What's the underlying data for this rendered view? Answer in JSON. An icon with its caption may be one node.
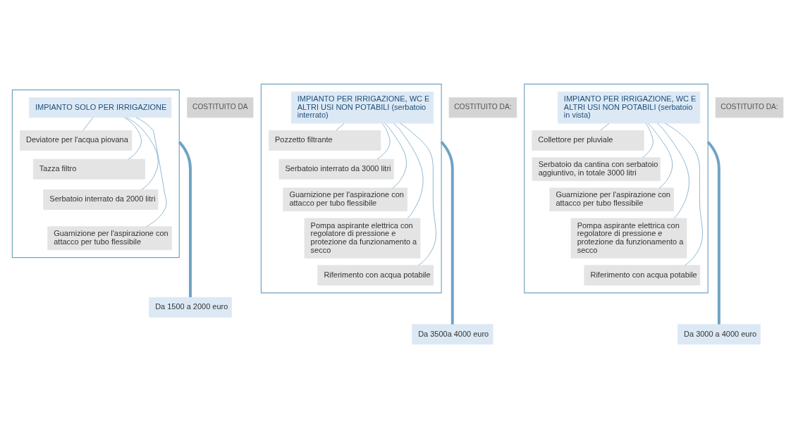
{
  "diagram": {
    "nodes": [
      {
        "text": [],
        "shape": "box",
        "beside": [
          "COSTITUITO DA"
        ]
      },
      {
        "text": [
          "IMPIANTO SOLO PER IRRIGAZIONE"
        ],
        "in": 0
      },
      {
        "text": [
          "Deviatore per l'acqua piovana"
        ],
        "in": 0
      },
      {
        "text": [
          "Tazza filtro"
        ],
        "in": 0
      },
      {
        "text": [
          "Serbatoio interrato da 2000 litri"
        ],
        "in": 0
      },
      {
        "text": [
          "Guarnizione per l'aspirazione con attacco per tubo flessibile"
        ],
        "in": 0
      },
      {
        "text": [
          "Da 1500 a 2000 euro"
        ]
      },
      {
        "text": [],
        "shape": "box",
        "beside": [
          "COSTITUITO DA:"
        ]
      },
      {
        "text": [
          "IMPIANTO PER IRRIGAZIONE, WC E ALTRI USI NON POTABILI (serbatoio interrato)"
        ],
        "in": 7
      },
      {
        "text": [
          "Pozzetto filtrante"
        ],
        "in": 7
      },
      {
        "text": [
          "Serbatoio interrato da 3000 litri"
        ],
        "in": 7
      },
      {
        "text": [
          "Guarnizione per l'aspirazione con attacco per tubo flessibile"
        ],
        "in": 7
      },
      {
        "text": [
          "Pompa aspirante elettrica con regolatore di pressione e protezione da funzionamento a secco"
        ],
        "in": 7
      },
      {
        "text": [
          "Riferimento con acqua potabile"
        ],
        "in": 7
      },
      {
        "text": [
          "Da 3500a 4000 euro"
        ]
      },
      {
        "text": [],
        "shape": "box",
        "beside": [
          "COSTITUITO DA:"
        ]
      },
      {
        "text": [
          "IMPIANTO PER IRRIGAZIONE, WC E ALTRI USI NON POTABILI (serbatoio in vista)"
        ],
        "in": 15
      },
      {
        "text": [
          "Collettore per pluviale"
        ],
        "in": 15
      },
      {
        "text": [
          "Serbatoio da cantina con serbatoio aggiuntivo, in totale 3000 litri"
        ],
        "in": 15
      },
      {
        "text": [
          "Guarnizione per l'aspirazione con attacco per tubo flessibile"
        ],
        "in": 15
      },
      {
        "text": [
          "Pompa aspirante elettrica con regolatore di pressione e protezione da funzionamento a secco"
        ],
        "in": 15
      },
      {
        "text": [
          "Riferimento con acqua potabile"
        ],
        "in": 15
      },
      {
        "text": [
          "Da 3000 a 4000 euro"
        ]
      }
    ],
    "edges": [
      {
        "from": 1,
        "to": 2,
        "arrow": "none"
      },
      {
        "from": 1,
        "to": 3,
        "arrow": "none"
      },
      {
        "from": 1,
        "to": 4,
        "arrow": "none"
      },
      {
        "from": 1,
        "to": 5,
        "arrow": "none"
      },
      {
        "from": 0,
        "to": 6,
        "arrow": "none",
        "style": "thick"
      },
      {
        "from": 8,
        "to": 9,
        "arrow": "none"
      },
      {
        "from": 8,
        "to": 10,
        "arrow": "none"
      },
      {
        "from": 8,
        "to": 11,
        "arrow": "none"
      },
      {
        "from": 8,
        "to": 12,
        "arrow": "none"
      },
      {
        "from": 8,
        "to": 13,
        "arrow": "none"
      },
      {
        "from": 7,
        "to": 14,
        "arrow": "none",
        "style": "thick"
      },
      {
        "from": 16,
        "to": 17,
        "arrow": "none"
      },
      {
        "from": 16,
        "to": 18,
        "arrow": "none"
      },
      {
        "from": 16,
        "to": 19,
        "arrow": "none"
      },
      {
        "from": 16,
        "to": 20,
        "arrow": "none"
      },
      {
        "from": 16,
        "to": 21,
        "arrow": "none"
      },
      {
        "from": 15,
        "to": 22,
        "arrow": "none",
        "style": "thick"
      }
    ]
  }
}
